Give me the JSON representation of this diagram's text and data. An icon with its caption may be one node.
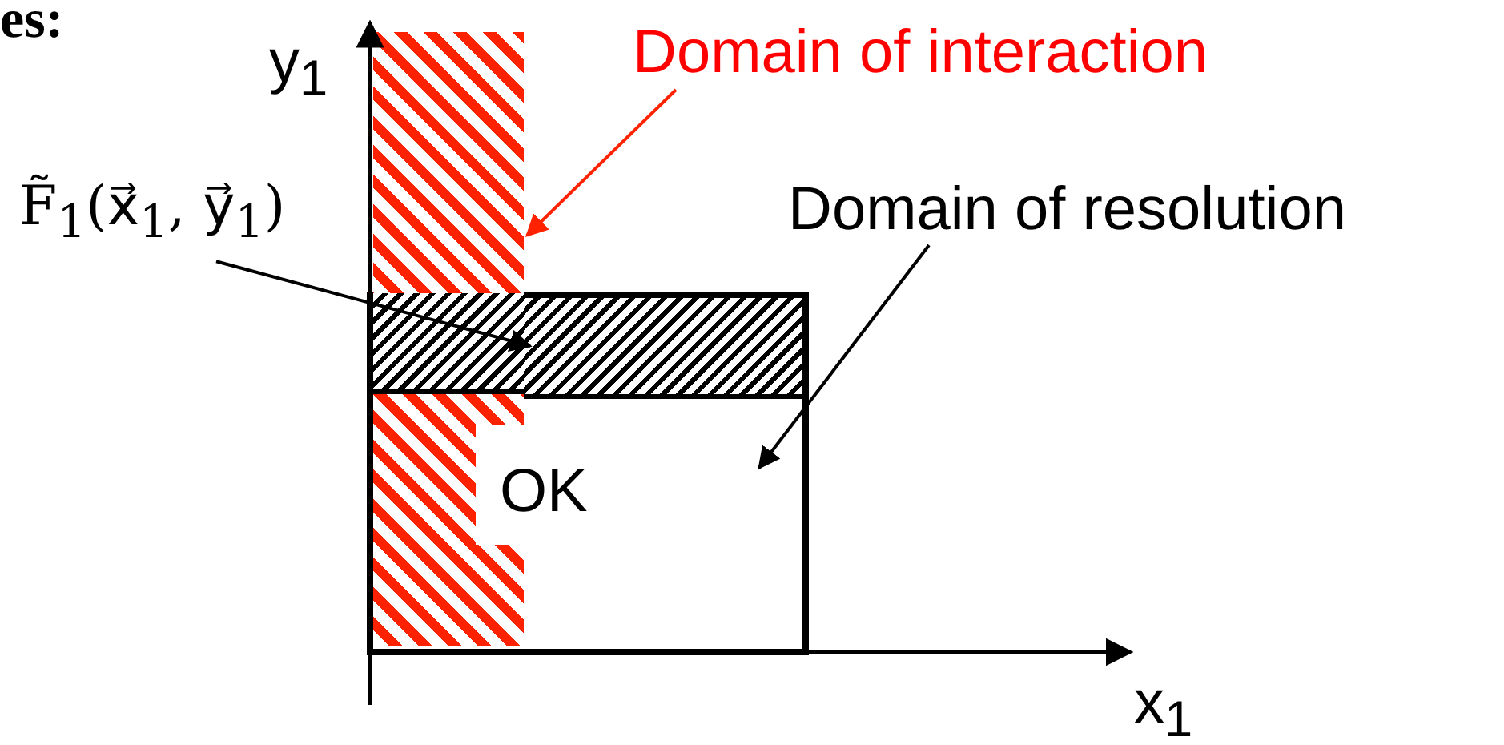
{
  "diagram": {
    "nodes": [
      {
        "text": [
          "Domain of interaction"
        ]
      },
      {
        "text": [],
        "shape": "bar"
      },
      {
        "text": [
          "Domain of resolution"
        ]
      },
      {
        "text": [],
        "shape": "box"
      },
      {
        "text": [
          "F̃$_{1}$(x⃗$_{1}$, y⃗$_{1}$)"
        ]
      },
      {
        "text": [],
        "shape": "bar",
        "in": 3
      }
    ],
    "edges": [
      {
        "from": 0,
        "to": 1,
        "arrow": "to",
        "color": "#ff2200"
      },
      {
        "from": 2,
        "to": 3,
        "arrow": "to"
      },
      {
        "from": 4,
        "to": 5,
        "arrow": "to"
      }
    ],
    "labels": [
      "es:",
      "y$_{1}$",
      "OK",
      "x$_{1}$"
    ]
  }
}
